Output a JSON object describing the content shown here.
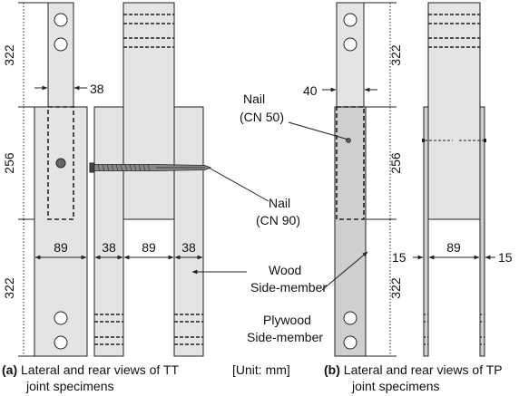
{
  "colors": {
    "member": "#e4e4e4",
    "plywood": "#cfcfcf",
    "stroke": "#222222",
    "hole": "#ffffff",
    "nail": "#555555"
  },
  "dims": {
    "top_len": "322",
    "joint_len": "256",
    "bottom_len": "322",
    "tt_width": "38",
    "tp_width": "40",
    "w89": "89",
    "w38": "38",
    "w15": "15"
  },
  "labels": {
    "nail_cn50_line1": "Nail",
    "nail_cn50_line2": "(CN 50)",
    "nail_cn90_line1": "Nail",
    "nail_cn90_line2": "(CN 90)",
    "wood_line1": "Wood",
    "wood_line2": "Side-member",
    "plywood_line1": "Plywood",
    "plywood_line2": "Side-member"
  },
  "captions": {
    "a_tag": "(a)",
    "a_line1": " Lateral and rear views of TT",
    "a_line2": "joint specimens",
    "unit": "[Unit: mm]",
    "b_tag": "(b)",
    "b_line1": " Lateral and rear views of TP",
    "b_line2": "joint specimens"
  },
  "icons": {
    "hole": "circle-hole-icon",
    "nail_head": "nail-head-icon",
    "screw": "screw-nail-icon"
  }
}
